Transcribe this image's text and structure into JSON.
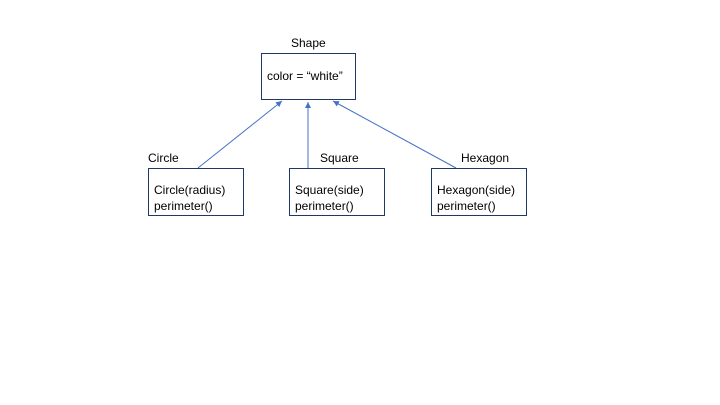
{
  "diagram": {
    "parent": {
      "title": "Shape",
      "attribute": "color = “white”"
    },
    "children": [
      {
        "title": "Circle",
        "lines": [
          "Circle(radius)",
          "perimeter()"
        ]
      },
      {
        "title": "Square",
        "lines": [
          "Square(side)",
          "perimeter()"
        ]
      },
      {
        "title": "Hexagon",
        "lines": [
          "Hexagon(side)",
          "perimeter()"
        ]
      }
    ],
    "colors": {
      "arrow": "#4472c4",
      "box_border": "#1f3864"
    }
  }
}
